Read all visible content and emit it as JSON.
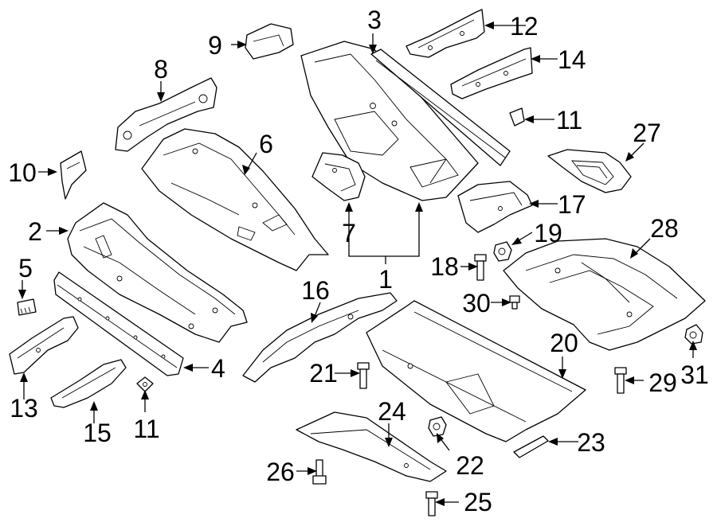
{
  "diagram": {
    "callouts": {
      "c1": "1",
      "c2": "2",
      "c3": "3",
      "c4": "4",
      "c5": "5",
      "c6": "6",
      "c7": "7",
      "c8": "8",
      "c9": "9",
      "c10": "10",
      "c11a": "11",
      "c11b": "11",
      "c12": "12",
      "c13": "13",
      "c14": "14",
      "c15": "15",
      "c16": "16",
      "c17": "17",
      "c18": "18",
      "c19": "19",
      "c20": "20",
      "c21": "21",
      "c22": "22",
      "c23": "23",
      "c24": "24",
      "c25": "25",
      "c26": "26",
      "c27": "27",
      "c28": "28",
      "c29": "29",
      "c30": "30",
      "c31": "31"
    },
    "colors": {
      "line": "#000000",
      "background": "#ffffff"
    }
  }
}
